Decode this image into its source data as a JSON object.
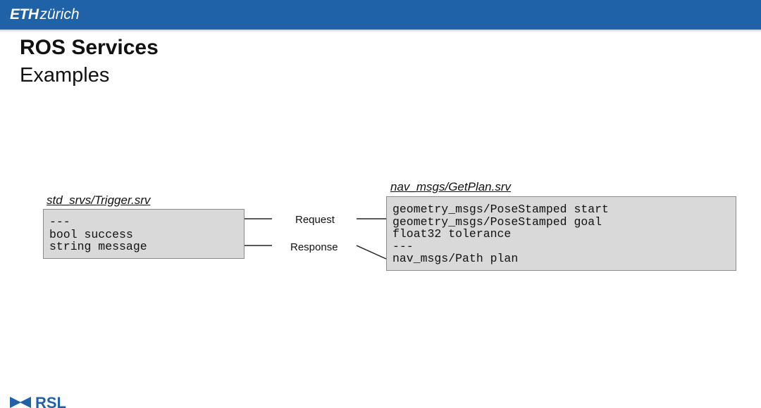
{
  "header": {
    "logo_eth": "ETH",
    "logo_zurich": "zürich",
    "brand_color": "#1f62a8"
  },
  "slide": {
    "title": "ROS Services",
    "subtitle": "Examples"
  },
  "trigger": {
    "label": "std_srvs/Trigger.srv",
    "lines": [
      "---",
      "bool success",
      "string message"
    ]
  },
  "getplan": {
    "label": "nav_msgs/GetPlan.srv",
    "lines": [
      "geometry_msgs/PoseStamped start",
      "geometry_msgs/PoseStamped goal",
      "float32 tolerance",
      "---",
      "nav_msgs/Path plan"
    ]
  },
  "connectors": {
    "request_label": "Request",
    "response_label": "Response"
  },
  "footer": {
    "logo": "RSL"
  }
}
